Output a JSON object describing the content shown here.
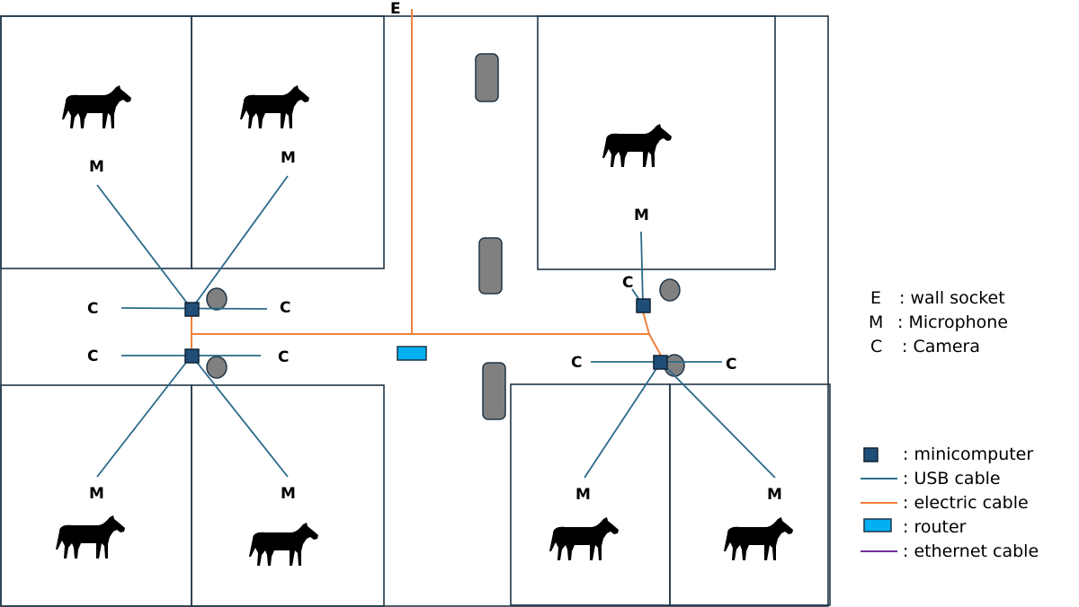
{
  "labels": {
    "wall_socket": "E",
    "microphone": "M",
    "camera": "C"
  },
  "legend": {
    "symbols": [
      {
        "letter": "E",
        "text": ": wall socket"
      },
      {
        "letter": "M",
        "text": ": Microphone"
      },
      {
        "letter": "C",
        "text": ": Camera"
      }
    ],
    "lines": [
      {
        "icon": "minicomputer-icon",
        "text": ": minicomputer"
      },
      {
        "icon": "usb-cable-icon",
        "text": ": USB cable"
      },
      {
        "icon": "electric-cable-icon",
        "text": ": electric cable"
      },
      {
        "icon": "router-icon",
        "text": ": router"
      },
      {
        "icon": "ethernet-cable-icon",
        "text": ": ethernet cable"
      }
    ]
  },
  "colors": {
    "wall": "#1f3547",
    "usb_cable": "#2b6a8a",
    "electric_cable": "#f0803c",
    "ethernet_cable": "#7030a0",
    "minicomputer": "#1f4e79",
    "router": "#00b0f0",
    "obstacle": "#808080",
    "horse": "#000000"
  }
}
